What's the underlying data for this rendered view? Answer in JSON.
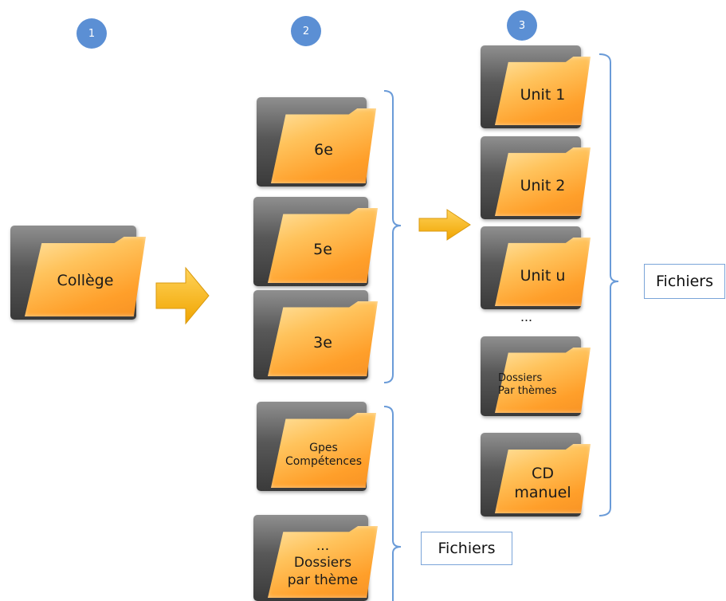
{
  "steps": [
    "1",
    "2",
    "3"
  ],
  "root_folder": "Collège",
  "level_folders": [
    "6e",
    "5e",
    "3e"
  ],
  "extra_folders": {
    "competences": [
      "Gpes",
      "Compétences"
    ],
    "dossiers": [
      "...",
      "Dossiers",
      "par thème"
    ]
  },
  "unit_folders": {
    "unit1": "Unit 1",
    "unit2": "Unit 2",
    "unitu": "Unit u",
    "ellipsis": "...",
    "dossiers": [
      "Dossiers",
      "Par thèmes"
    ],
    "cd": [
      "CD",
      "manuel"
    ]
  },
  "labels": {
    "fichiers_right": "Fichiers",
    "fichiers_bottom": "Fichiers"
  },
  "colors": {
    "step_circle": "#5b8fd4",
    "bracket": "#6a9bd8",
    "arrow": "#f5b320",
    "folder_front": "#ffb347",
    "folder_back": "#555555"
  }
}
